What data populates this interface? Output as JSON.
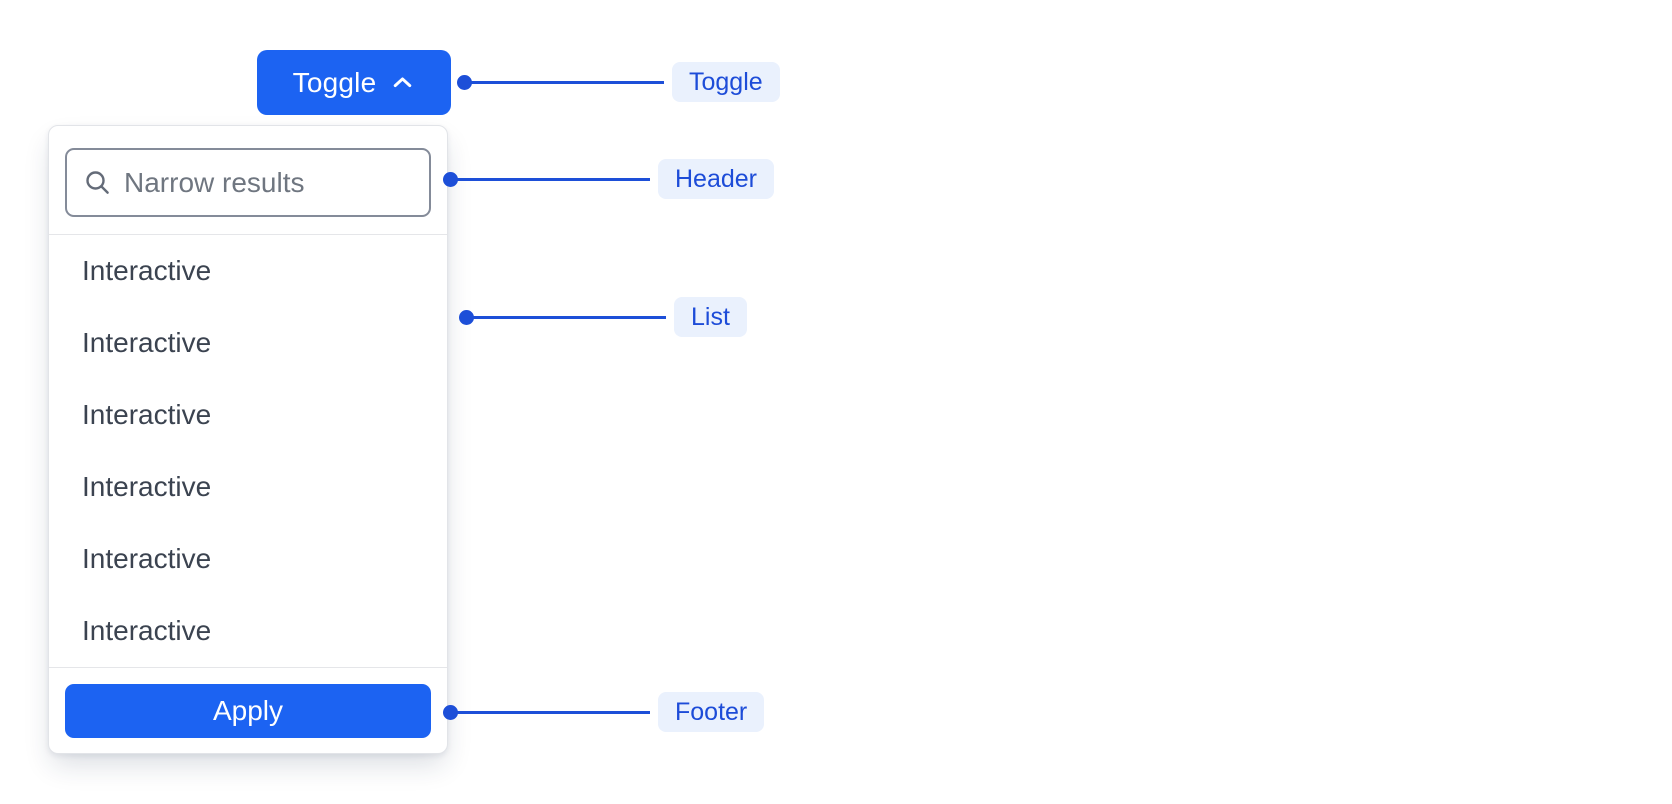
{
  "toggle_button": {
    "label": "Toggle",
    "icon": "chevron-up-icon"
  },
  "dropdown": {
    "search": {
      "placeholder": "Narrow results",
      "value": "",
      "icon": "search-icon"
    },
    "items": [
      "Interactive",
      "Interactive",
      "Interactive",
      "Interactive",
      "Interactive",
      "Interactive"
    ],
    "footer": {
      "apply_label": "Apply"
    }
  },
  "annotations": [
    {
      "label": "Toggle"
    },
    {
      "label": "Header"
    },
    {
      "label": "List"
    },
    {
      "label": "Footer"
    }
  ],
  "colors": {
    "primary_blue": "#1C63F2",
    "annotation_blue": "#1D4FD8",
    "annotation_pill_bg": "#EAF1FD",
    "annotation_text": "#1D4CD8",
    "panel_border": "#E2E4E8",
    "divider": "#E5E6E9",
    "input_border": "#848B99",
    "placeholder_text": "#6F7680",
    "item_text": "#3B4350",
    "button_text": "#FFFFFF",
    "background": "#FFFFFF"
  }
}
